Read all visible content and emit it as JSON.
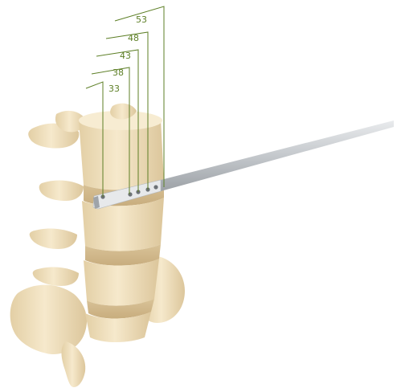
{
  "markers": [
    {
      "label": "33"
    },
    {
      "label": "38"
    },
    {
      "label": "43"
    },
    {
      "label": "48"
    },
    {
      "label": "53"
    }
  ],
  "colors": {
    "annotation": "#5d7f26",
    "bone": "#f0e0bf",
    "bone_shade": "#d8c49a",
    "instrument": "#c9cccf"
  }
}
